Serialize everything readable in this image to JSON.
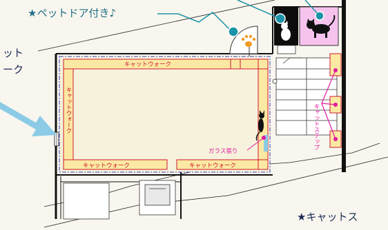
{
  "callouts": {
    "pet_door": "★ペットドア付き♪",
    "cat_walk_left_line1": "ット",
    "cat_walk_left_line2": "ーク",
    "cat_step_bottom": "★キャットス"
  },
  "labels": {
    "cat_walk_top": "キャットウォーク",
    "cat_walk_left_vertical": "キャットウォーク",
    "cat_walk_bottom_left": "キャットウォーク",
    "cat_walk_bottom_right": "キャットウォーク",
    "glass": "ガラス張り",
    "cat_step_vertical": "キャットステップ"
  },
  "colors": {
    "background": "#f8f6ee",
    "wall": "#111111",
    "walkway_fill": "#fbe9a3",
    "walkway_stroke": "#d0182e",
    "room_border": "#3b3fb8",
    "teal": "#1b93a8",
    "pink": "#e01aa0",
    "pink_room": "#f6c3ee",
    "arrow": "#8ccbe6",
    "paw": "#f29a1f"
  }
}
